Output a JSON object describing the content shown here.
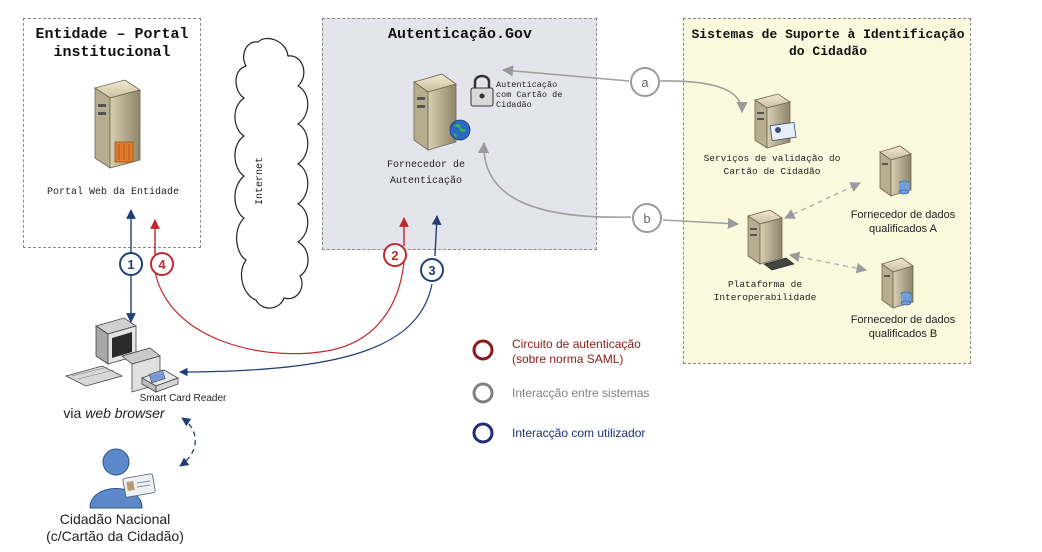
{
  "entity": {
    "title": "Entidade – Portal institucional",
    "server_label": "Portal Web da Entidade"
  },
  "auth": {
    "title": "Autenticação.Gov",
    "lock_label": "Autenticação com Cartão de Cidadão",
    "server_label": "Fornecedor de Autenticação"
  },
  "support": {
    "title": "Sistemas de Suporte à Identificação do Cidadão",
    "validation_label": "Serviços de validação do Cartão de Cidadão",
    "platform_label": "Plataforma de Interoperabilidade",
    "provider_a_label": "Fornecedor de dados qualificados A",
    "provider_b_label": "Fornecedor de dados qualificados B"
  },
  "internet_label": "Internet",
  "client": {
    "card_reader_label": "Smart Card Reader",
    "browser_prefix": "via ",
    "browser_italic": "web browser",
    "citizen_line1": "Cidadão Nacional",
    "citizen_line2": "(c/Cartão da Cidadão)"
  },
  "steps": {
    "s1": "1",
    "s2": "2",
    "s3": "3",
    "s4": "4",
    "a": "a",
    "b": "b"
  },
  "legend": [
    {
      "label": "Circuito de autenticação (sobre norma SAML)",
      "color": "#8b1a1a"
    },
    {
      "label": "Interacção entre sistemas",
      "color": "#808080"
    },
    {
      "label": "Interacção com utilizador",
      "color": "#1f2f7a"
    }
  ],
  "colors": {
    "red": "#c0282d",
    "blue": "#1f3f7a",
    "grey": "#a0a0a0"
  }
}
